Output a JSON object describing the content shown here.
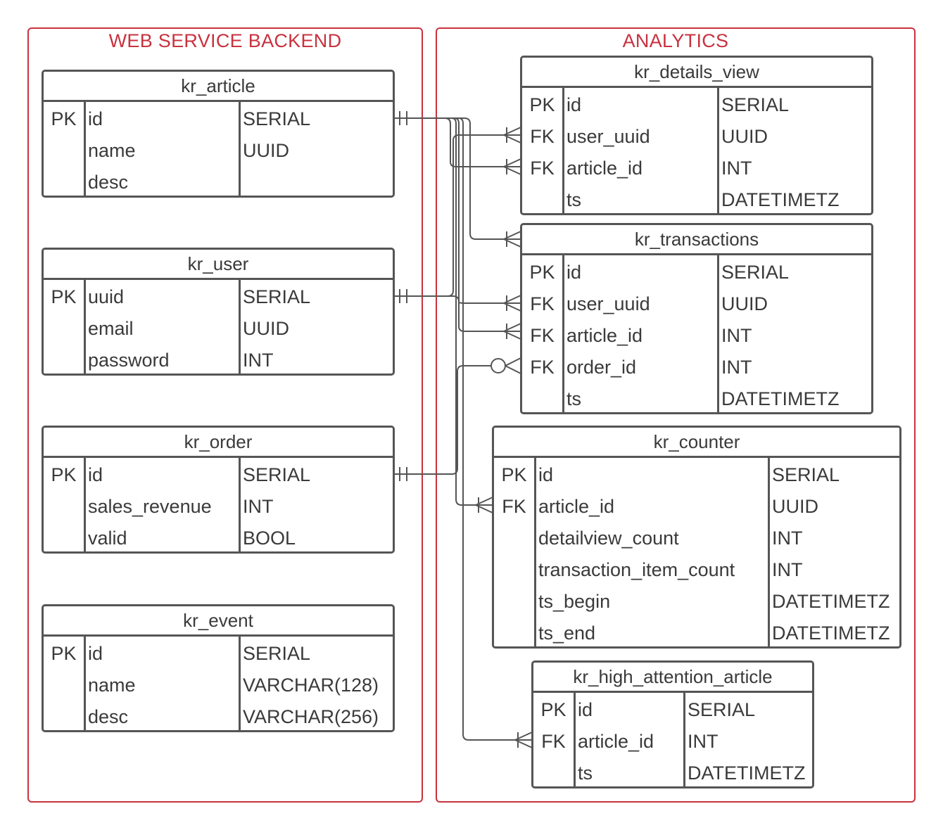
{
  "groups": {
    "backend": "WEB SERVICE BACKEND",
    "analytics": "ANALYTICS"
  },
  "entities": {
    "kr_article": {
      "title": "kr_article",
      "rows": [
        {
          "key": "PK",
          "name": "id",
          "type": "SERIAL"
        },
        {
          "key": "",
          "name": "name",
          "type": "UUID"
        },
        {
          "key": "",
          "name": "desc",
          "type": ""
        }
      ]
    },
    "kr_user": {
      "title": "kr_user",
      "rows": [
        {
          "key": "PK",
          "name": "uuid",
          "type": "SERIAL"
        },
        {
          "key": "",
          "name": "email",
          "type": "UUID"
        },
        {
          "key": "",
          "name": "password",
          "type": "INT"
        }
      ]
    },
    "kr_order": {
      "title": "kr_order",
      "rows": [
        {
          "key": "PK",
          "name": "id",
          "type": "SERIAL"
        },
        {
          "key": "",
          "name": "sales_revenue",
          "type": "INT"
        },
        {
          "key": "",
          "name": "valid",
          "type": "BOOL"
        }
      ]
    },
    "kr_event": {
      "title": "kr_event",
      "rows": [
        {
          "key": "PK",
          "name": "id",
          "type": "SERIAL"
        },
        {
          "key": "",
          "name": "name",
          "type": "VARCHAR(128)"
        },
        {
          "key": "",
          "name": "desc",
          "type": "VARCHAR(256)"
        }
      ]
    },
    "kr_details_view": {
      "title": "kr_details_view",
      "rows": [
        {
          "key": "PK",
          "name": "id",
          "type": "SERIAL"
        },
        {
          "key": "FK",
          "name": "user_uuid",
          "type": "UUID"
        },
        {
          "key": "FK",
          "name": "article_id",
          "type": "INT"
        },
        {
          "key": "",
          "name": "ts",
          "type": "DATETIMETZ"
        }
      ]
    },
    "kr_transactions": {
      "title": "kr_transactions",
      "rows": [
        {
          "key": "PK",
          "name": "id",
          "type": "SERIAL"
        },
        {
          "key": "FK",
          "name": "user_uuid",
          "type": "UUID"
        },
        {
          "key": "FK",
          "name": "article_id",
          "type": "INT"
        },
        {
          "key": "FK",
          "name": "order_id",
          "type": "INT"
        },
        {
          "key": "",
          "name": "ts",
          "type": "DATETIMETZ"
        }
      ]
    },
    "kr_counter": {
      "title": "kr_counter",
      "rows": [
        {
          "key": "PK",
          "name": "id",
          "type": "SERIAL"
        },
        {
          "key": "FK",
          "name": "article_id",
          "type": "UUID"
        },
        {
          "key": "",
          "name": "detailview_count",
          "type": "INT"
        },
        {
          "key": "",
          "name": "transaction_item_count",
          "type": "INT"
        },
        {
          "key": "",
          "name": "ts_begin",
          "type": "DATETIMETZ"
        },
        {
          "key": "",
          "name": "ts_end",
          "type": "DATETIMETZ"
        }
      ]
    },
    "kr_high_attention_article": {
      "title": "kr_high_attention_article",
      "rows": [
        {
          "key": "PK",
          "name": "id",
          "type": "SERIAL"
        },
        {
          "key": "FK",
          "name": "article_id",
          "type": "INT"
        },
        {
          "key": "",
          "name": "ts",
          "type": "DATETIMETZ"
        }
      ]
    }
  },
  "colors": {
    "group_border": "#c8323f",
    "entity_border": "#555555",
    "text": "#3a3a3a"
  }
}
